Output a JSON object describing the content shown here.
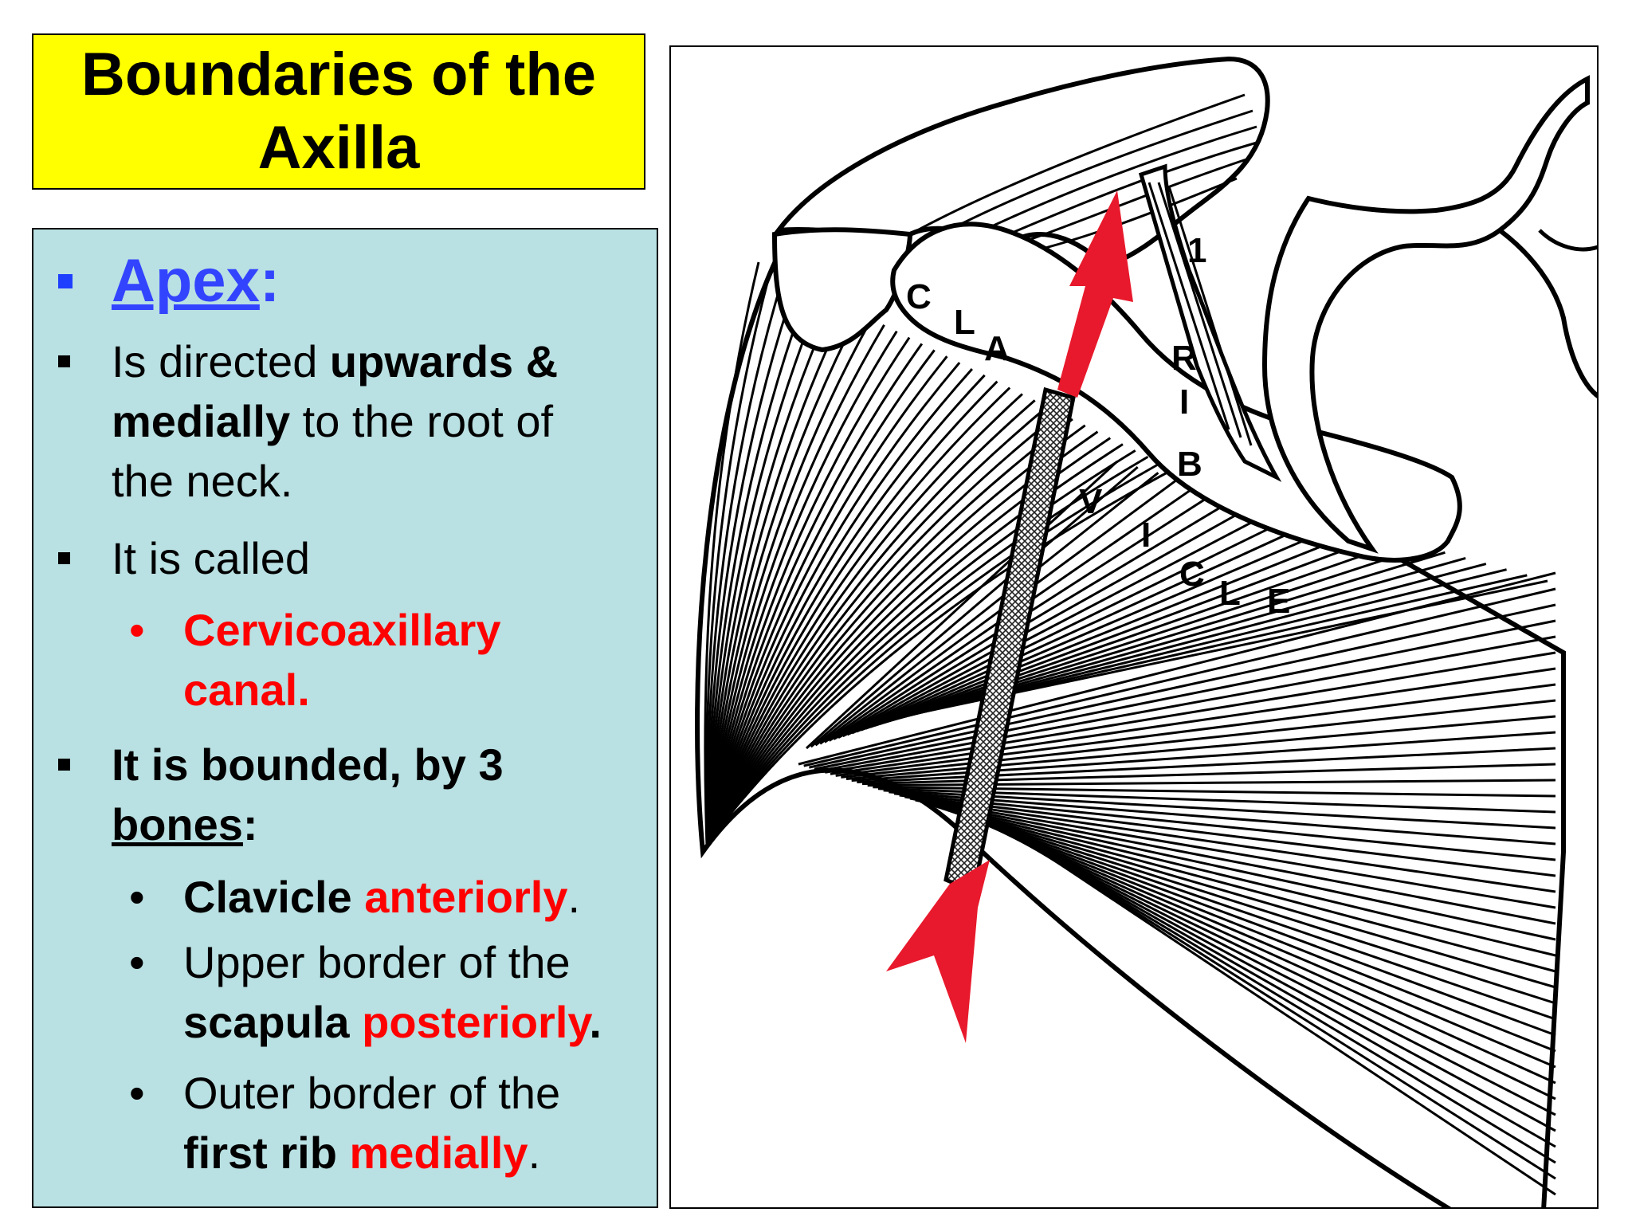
{
  "title": {
    "line1": "Boundaries of the",
    "line2": "Axilla"
  },
  "content": {
    "apex_label": "Apex",
    "apex_colon": ":",
    "b1": {
      "t1": "Is directed ",
      "t2": "upwards &",
      "t3": "medially",
      "t4": " to the root of",
      "t5": "the neck."
    },
    "b2": {
      "t1": "It is called",
      "sub1": "Cervicoaxillary",
      "sub2": "canal."
    },
    "b3": {
      "t1": "It is bounded, by 3",
      "t2": "bones",
      "t3": ":"
    },
    "sub_items": [
      {
        "bold": "Clavicle ",
        "red": "anteriorly",
        "end": "."
      },
      {
        "line1": "Upper border of the",
        "bold": "scapula ",
        "red": "posteriorly",
        "end": "."
      },
      {
        "line1": "Outer border of the",
        "bold": "first rib ",
        "red": "medially",
        "end": "."
      }
    ],
    "bullet_dot": "•"
  },
  "figure": {
    "labels": [
      "C",
      "L",
      "A",
      "V",
      "I",
      "C",
      "L",
      "E",
      "1",
      "R",
      "I",
      "B"
    ]
  },
  "colors": {
    "title_bg": "#ffff00",
    "content_bg": "#b9e0e2",
    "accent_red": "#ff0000",
    "apex_blue": "#3344ff",
    "arrow_red": "#e8192c"
  }
}
